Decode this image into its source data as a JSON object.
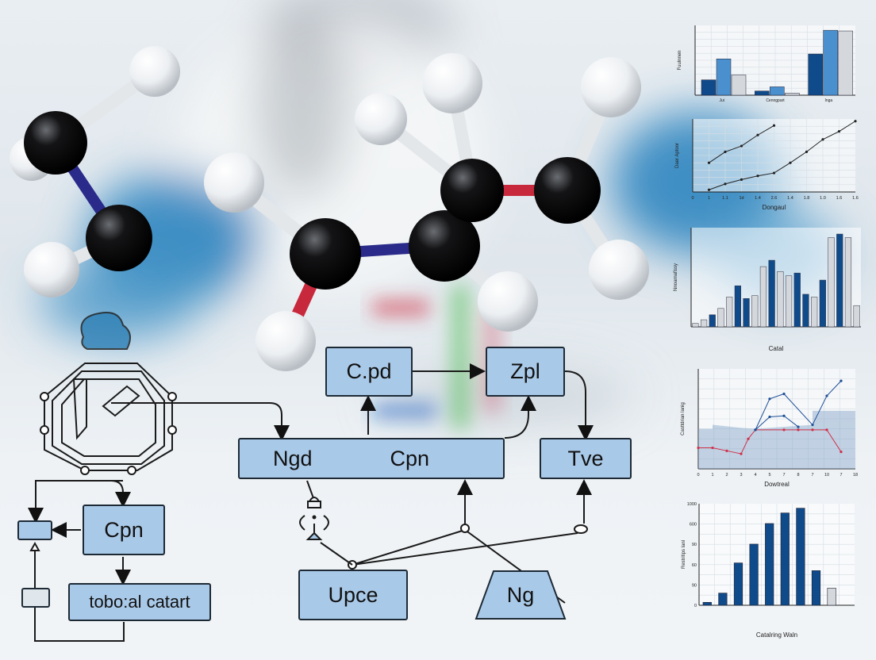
{
  "diagram": {
    "boxes": {
      "cpd": "C.pd",
      "zpl": "Zpl",
      "ngd": "Ngd",
      "cpn_main": "Cpn",
      "tve": "Tve",
      "cpn_left": "Cpn",
      "catart": "tobo:al catart",
      "upce": "Upce",
      "ng": "Ng"
    },
    "box_fill": "#a9c9e8",
    "line_color": "#1d2a36"
  },
  "colors": {
    "atom_dark": "#0c0c0e",
    "atom_light": "#f2f4f6",
    "bond_red": "#c8283c",
    "bond_navy": "#2a2a8a",
    "glove_blue": "#3f8fc4",
    "bar_navy": "#0f4a8a",
    "bar_blue": "#4a90cf",
    "bar_grey": "#d4d8dc",
    "line_red": "#d0304a"
  },
  "chart_data": [
    {
      "type": "bar",
      "ylabel": "Fuulnnen",
      "categories": [
        "Jui",
        "Cenngpart",
        "Inga"
      ],
      "series": [
        {
          "values": [
            22,
            6,
            59
          ]
        },
        {
          "values": [
            52,
            12,
            93
          ]
        },
        {
          "values": [
            29,
            3,
            92
          ]
        }
      ],
      "ylim": [
        0,
        100
      ],
      "grid": true
    },
    {
      "type": "line",
      "xlabel": "Dongaul",
      "ylabel": "Daer Aptoor",
      "x_ticks": [
        "0",
        "1",
        "1.1",
        "1d",
        "1.4",
        "2.6",
        "1.4",
        "1.8",
        "1.0",
        "1.6",
        "1.6"
      ],
      "series": [
        {
          "x": [
            1,
            2,
            3,
            4,
            5
          ],
          "y": [
            40,
            55,
            63,
            78,
            91
          ]
        },
        {
          "x": [
            1,
            2,
            3,
            4,
            5,
            6,
            7,
            8,
            9,
            10
          ],
          "y": [
            3,
            11,
            17,
            22,
            26,
            40,
            55,
            72,
            83,
            97
          ]
        }
      ],
      "ylim": [
        0,
        100
      ],
      "grid": true
    },
    {
      "type": "bar",
      "xlabel": "Catal",
      "ylabel": "Nnoarnafissy",
      "values": [
        2.4,
        5,
        8.5,
        13,
        21,
        29,
        20,
        22,
        42.5,
        47,
        39,
        36,
        38,
        23,
        21,
        33,
        63,
        65.5,
        63,
        15
      ],
      "bar_colors": [
        "grey",
        "grey",
        "navy",
        "grey",
        "grey",
        "navy",
        "navy",
        "grey",
        "grey",
        "navy",
        "grey",
        "grey",
        "navy",
        "navy",
        "grey",
        "navy",
        "grey",
        "navy",
        "grey",
        "grey"
      ],
      "ylim": [
        0,
        70
      ],
      "grid": false
    },
    {
      "type": "area",
      "xlabel": "Dowtreal",
      "ylabel": "Casttdrian lanig",
      "x_ticks": [
        "0",
        "1",
        "2",
        "3",
        "4",
        "5",
        "7",
        "8",
        "7",
        "10",
        "7",
        "18"
      ],
      "area": {
        "x": [
          0,
          1,
          1,
          3,
          4,
          8,
          8,
          11
        ],
        "y": [
          40,
          40,
          44,
          41,
          40,
          44,
          58,
          58
        ]
      },
      "series": [
        {
          "color": "red",
          "x": [
            0,
            1,
            2,
            3,
            3.5,
            4,
            6,
            7,
            8,
            9,
            10
          ],
          "y": [
            21,
            21,
            18,
            15,
            30,
            39,
            39,
            39,
            39,
            39,
            17
          ]
        },
        {
          "color": "blue",
          "x": [
            4,
            5,
            6,
            8,
            9,
            10
          ],
          "y": [
            39,
            70,
            75,
            44,
            73,
            88
          ]
        },
        {
          "color": "blue",
          "x": [
            4,
            5,
            6,
            7
          ],
          "y": [
            39,
            52,
            53,
            42
          ]
        }
      ],
      "ylim": [
        0,
        100
      ],
      "grid": true
    },
    {
      "type": "bar",
      "xlabel": "Catalring Waln",
      "ylabel": "Restritips lanl",
      "y_ticks": [
        "0",
        "90",
        "60",
        "90",
        "600",
        "1000"
      ],
      "values": [
        29,
        120,
        417,
        602,
        805,
        909,
        956,
        341,
        169
      ],
      "bar_colors": [
        "navy",
        "navy",
        "navy",
        "navy",
        "navy",
        "navy",
        "navy",
        "navy",
        "grey"
      ],
      "ylim": [
        0,
        1000
      ],
      "grid": true
    }
  ]
}
